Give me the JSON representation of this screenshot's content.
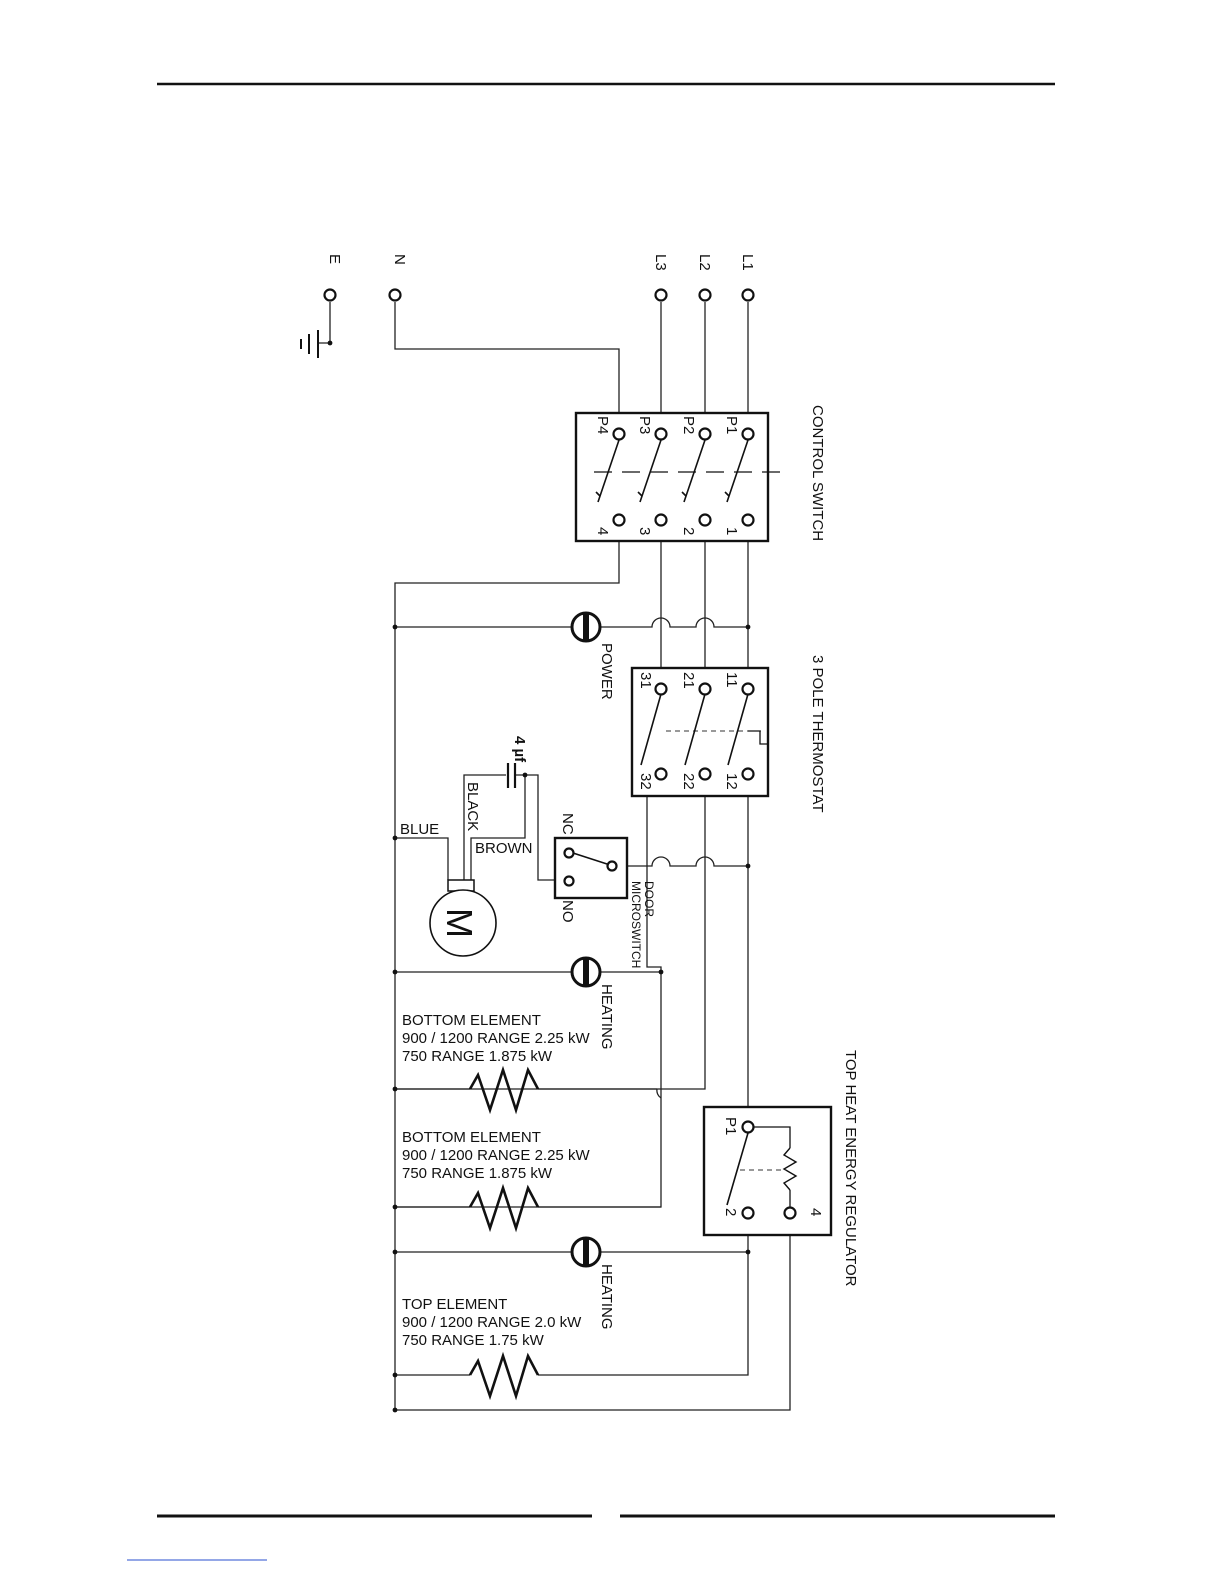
{
  "colors": {
    "ink": "#111111",
    "wire": "#222222",
    "paper": "#ffffff",
    "footer_rule": "#2a4fcf"
  },
  "supply": {
    "e": "E",
    "n": "N",
    "l3": "L3",
    "l2": "L2",
    "l1": "L1"
  },
  "control_switch": {
    "title": "CONTROL SWITCH",
    "p4": "P4",
    "p3": "P3",
    "p2": "P2",
    "p1": "P1",
    "t4": "4",
    "t3": "3",
    "t2": "2",
    "t1": "1"
  },
  "thermostat": {
    "title": "3 POLE THERMOSTAT",
    "t31": "31",
    "t21": "21",
    "t11": "11",
    "t32": "32",
    "t22": "22",
    "t12": "12"
  },
  "power_lamp": {
    "label": "POWER"
  },
  "capacitor": {
    "label": "4 µf"
  },
  "motor": {
    "symbol": "M",
    "blue": "BLUE",
    "black": "BLACK",
    "brown": "BROWN"
  },
  "door_switch": {
    "nc": "NC",
    "no": "NO",
    "label1": "DOOR",
    "label2": "MICROSWITCH"
  },
  "heating_lamp_1": {
    "label": "HEATING"
  },
  "heating_lamp_2": {
    "label": "HEATING"
  },
  "bottom_element_1": {
    "line1": "BOTTOM ELEMENT",
    "line2": "900 / 1200 RANGE 2.25 kW",
    "line3": "750 RANGE 1.875 kW"
  },
  "bottom_element_2": {
    "line1": "BOTTOM ELEMENT",
    "line2": "900 / 1200 RANGE 2.25 kW",
    "line3": "750 RANGE 1.875 kW"
  },
  "top_element": {
    "line1": "TOP ELEMENT",
    "line2": "900 / 1200 RANGE 2.0 kW",
    "line3": "750 RANGE 1.75 kW"
  },
  "regulator": {
    "title": "TOP HEAT ENERGY REGULATOR",
    "p1": "P1",
    "t2": "2",
    "t4": "4"
  }
}
